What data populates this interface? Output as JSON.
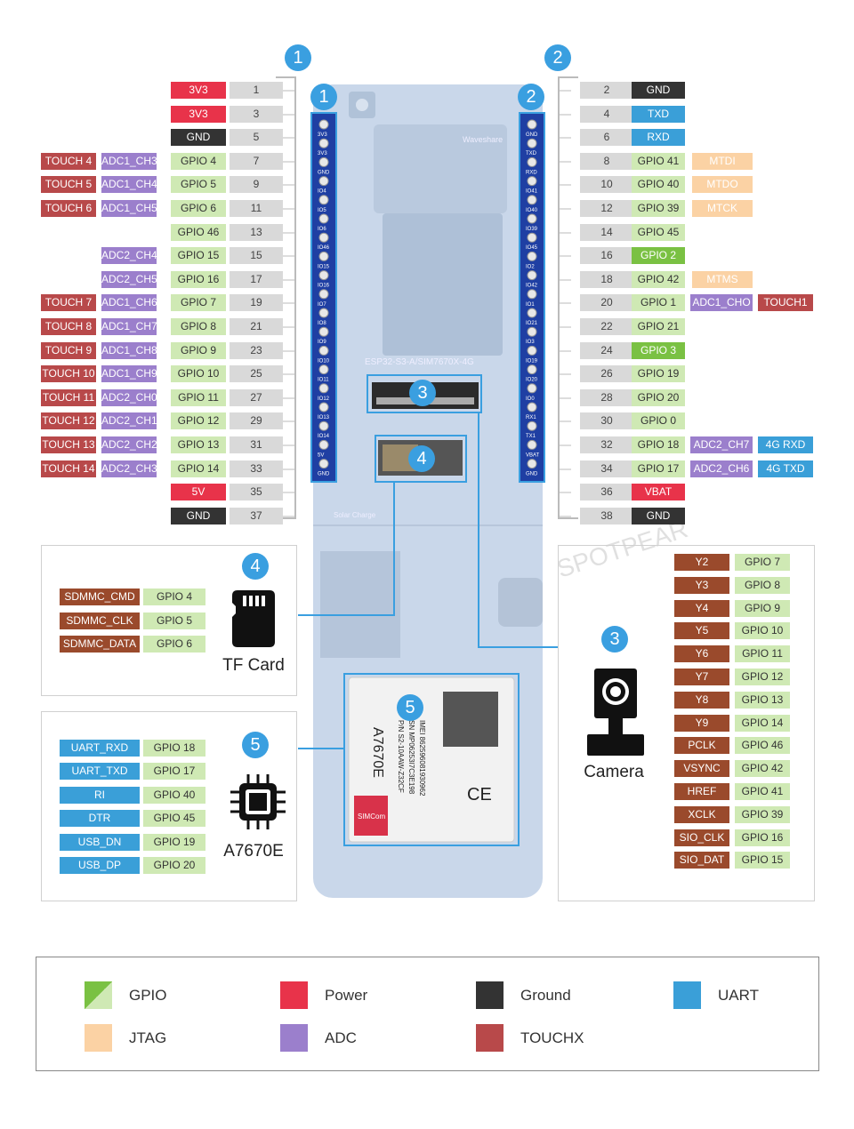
{
  "colors": {
    "gpio": "#cfe9b4",
    "gpio_hi": "#7ac143",
    "power": "#e8334a",
    "ground": "#333333",
    "uart": "#3a9fd8",
    "jtag": "#fbd2a4",
    "adc": "#9b7fcc",
    "touch": "#b8494a",
    "brown": "#9a4a2c",
    "badge": "#3a9fe0",
    "board": "#c9d7ea"
  },
  "badges": {
    "left": "1",
    "right": "2",
    "camera": "3",
    "tf": "4",
    "a7670": "5"
  },
  "header_left": [
    {
      "pin": "1",
      "labels": [
        {
          "t": "3V3",
          "c": "power"
        }
      ]
    },
    {
      "pin": "3",
      "labels": [
        {
          "t": "3V3",
          "c": "power"
        }
      ]
    },
    {
      "pin": "5",
      "labels": [
        {
          "t": "GND",
          "c": "ground"
        }
      ]
    },
    {
      "pin": "7",
      "labels": [
        {
          "t": "GPIO 4",
          "c": "gpio"
        },
        {
          "t": "ADC1_CH3",
          "c": "adc"
        },
        {
          "t": "TOUCH 4",
          "c": "touch"
        }
      ]
    },
    {
      "pin": "9",
      "labels": [
        {
          "t": "GPIO 5",
          "c": "gpio"
        },
        {
          "t": "ADC1_CH4",
          "c": "adc"
        },
        {
          "t": "TOUCH 5",
          "c": "touch"
        }
      ]
    },
    {
      "pin": "11",
      "labels": [
        {
          "t": "GPIO 6",
          "c": "gpio"
        },
        {
          "t": "ADC1_CH5",
          "c": "adc"
        },
        {
          "t": "TOUCH 6",
          "c": "touch"
        }
      ]
    },
    {
      "pin": "13",
      "labels": [
        {
          "t": "GPIO 46",
          "c": "gpio"
        }
      ]
    },
    {
      "pin": "15",
      "labels": [
        {
          "t": "GPIO 15",
          "c": "gpio"
        },
        {
          "t": "ADC2_CH4",
          "c": "adc"
        }
      ]
    },
    {
      "pin": "17",
      "labels": [
        {
          "t": "GPIO 16",
          "c": "gpio"
        },
        {
          "t": "ADC2_CH5",
          "c": "adc"
        }
      ]
    },
    {
      "pin": "19",
      "labels": [
        {
          "t": "GPIO 7",
          "c": "gpio"
        },
        {
          "t": "ADC1_CH6",
          "c": "adc"
        },
        {
          "t": "TOUCH 7",
          "c": "touch"
        }
      ]
    },
    {
      "pin": "21",
      "labels": [
        {
          "t": "GPIO 8",
          "c": "gpio"
        },
        {
          "t": "ADC1_CH7",
          "c": "adc"
        },
        {
          "t": "TOUCH 8",
          "c": "touch"
        }
      ]
    },
    {
      "pin": "23",
      "labels": [
        {
          "t": "GPIO 9",
          "c": "gpio"
        },
        {
          "t": "ADC1_CH8",
          "c": "adc"
        },
        {
          "t": "TOUCH 9",
          "c": "touch"
        }
      ]
    },
    {
      "pin": "25",
      "labels": [
        {
          "t": "GPIO 10",
          "c": "gpio"
        },
        {
          "t": "ADC1_CH9",
          "c": "adc"
        },
        {
          "t": "TOUCH 10",
          "c": "touch"
        }
      ]
    },
    {
      "pin": "27",
      "labels": [
        {
          "t": "GPIO 11",
          "c": "gpio"
        },
        {
          "t": "ADC2_CH0",
          "c": "adc"
        },
        {
          "t": "TOUCH 11",
          "c": "touch"
        }
      ]
    },
    {
      "pin": "29",
      "labels": [
        {
          "t": "GPIO 12",
          "c": "gpio"
        },
        {
          "t": "ADC2_CH1",
          "c": "adc"
        },
        {
          "t": "TOUCH 12",
          "c": "touch"
        }
      ]
    },
    {
      "pin": "31",
      "labels": [
        {
          "t": "GPIO 13",
          "c": "gpio"
        },
        {
          "t": "ADC2_CH2",
          "c": "adc"
        },
        {
          "t": "TOUCH 13",
          "c": "touch"
        }
      ]
    },
    {
      "pin": "33",
      "labels": [
        {
          "t": "GPIO 14",
          "c": "gpio"
        },
        {
          "t": "ADC2_CH3",
          "c": "adc"
        },
        {
          "t": "TOUCH 14",
          "c": "touch"
        }
      ]
    },
    {
      "pin": "35",
      "labels": [
        {
          "t": "5V",
          "c": "power"
        }
      ]
    },
    {
      "pin": "37",
      "labels": [
        {
          "t": "GND",
          "c": "ground"
        }
      ]
    }
  ],
  "header_right": [
    {
      "pin": "2",
      "labels": [
        {
          "t": "GND",
          "c": "ground"
        }
      ]
    },
    {
      "pin": "4",
      "labels": [
        {
          "t": "TXD",
          "c": "uart"
        }
      ]
    },
    {
      "pin": "6",
      "labels": [
        {
          "t": "RXD",
          "c": "uart"
        }
      ]
    },
    {
      "pin": "8",
      "labels": [
        {
          "t": "GPIO 41",
          "c": "gpio"
        },
        {
          "t": "MTDI",
          "c": "jtag"
        }
      ]
    },
    {
      "pin": "10",
      "labels": [
        {
          "t": "GPIO 40",
          "c": "gpio"
        },
        {
          "t": "MTDO",
          "c": "jtag"
        }
      ]
    },
    {
      "pin": "12",
      "labels": [
        {
          "t": "GPIO 39",
          "c": "gpio"
        },
        {
          "t": "MTCK",
          "c": "jtag"
        }
      ]
    },
    {
      "pin": "14",
      "labels": [
        {
          "t": "GPIO 45",
          "c": "gpio"
        }
      ]
    },
    {
      "pin": "16",
      "labels": [
        {
          "t": "GPIO 2",
          "c": "gpio_hi"
        }
      ]
    },
    {
      "pin": "18",
      "labels": [
        {
          "t": "GPIO 42",
          "c": "gpio"
        },
        {
          "t": "MTMS",
          "c": "jtag"
        }
      ]
    },
    {
      "pin": "20",
      "labels": [
        {
          "t": "GPIO 1",
          "c": "gpio"
        },
        {
          "t": "ADC1_CHO",
          "c": "adc"
        },
        {
          "t": "TOUCH1",
          "c": "touch"
        }
      ]
    },
    {
      "pin": "22",
      "labels": [
        {
          "t": "GPIO 21",
          "c": "gpio"
        }
      ]
    },
    {
      "pin": "24",
      "labels": [
        {
          "t": "GPIO 3",
          "c": "gpio_hi"
        }
      ]
    },
    {
      "pin": "26",
      "labels": [
        {
          "t": "GPIO 19",
          "c": "gpio"
        }
      ]
    },
    {
      "pin": "28",
      "labels": [
        {
          "t": "GPIO 20",
          "c": "gpio"
        }
      ]
    },
    {
      "pin": "30",
      "labels": [
        {
          "t": "GPIO 0",
          "c": "gpio"
        }
      ]
    },
    {
      "pin": "32",
      "labels": [
        {
          "t": "GPIO 18",
          "c": "gpio"
        },
        {
          "t": "ADC2_CH7",
          "c": "adc"
        },
        {
          "t": "4G RXD",
          "c": "uart"
        }
      ]
    },
    {
      "pin": "34",
      "labels": [
        {
          "t": "GPIO 17",
          "c": "gpio"
        },
        {
          "t": "ADC2_CH6",
          "c": "adc"
        },
        {
          "t": "4G TXD",
          "c": "uart"
        }
      ]
    },
    {
      "pin": "36",
      "labels": [
        {
          "t": "VBAT",
          "c": "power"
        }
      ]
    },
    {
      "pin": "38",
      "labels": [
        {
          "t": "GND",
          "c": "ground"
        }
      ]
    }
  ],
  "board": {
    "left_silk": [
      "3V3",
      "3V3",
      "GND",
      "IO4",
      "IO5",
      "IO6",
      "IO46",
      "IO15",
      "IO16",
      "IO7",
      "IO8",
      "IO9",
      "IO10",
      "IO11",
      "IO12",
      "IO13",
      "IO14",
      "5V",
      "GND"
    ],
    "right_silk": [
      "GND",
      "TXD",
      "RXD",
      "IO41",
      "IO40",
      "IO39",
      "IO45",
      "IO2",
      "IO42",
      "IO1",
      "IO21",
      "IO3",
      "IO19",
      "IO20",
      "IO0",
      "RX1",
      "TX1",
      "VBAT",
      "GND"
    ],
    "model": "ESP32-S3-A/SIM7670X-4G",
    "brand": "Waveshare",
    "solar": "Solar Charge",
    "module_name": "A7670E",
    "module_pn": "P/N S2-10AAW-Z32CF",
    "module_sn": "SN MP06253I7C3E198",
    "module_imei": "IMEI 862596081930962",
    "module_brand": "SIMCom",
    "watermark": "SPOTPEAR"
  },
  "tf": {
    "caption": "TF Card",
    "rows": [
      [
        "SDMMC_CMD",
        "GPIO 4"
      ],
      [
        "SDMMC_CLK",
        "GPIO 5"
      ],
      [
        "SDMMC_DATA",
        "GPIO 6"
      ]
    ]
  },
  "a7670": {
    "caption": "A7670E",
    "rows": [
      [
        "UART_RXD",
        "GPIO 18"
      ],
      [
        "UART_TXD",
        "GPIO 17"
      ],
      [
        "RI",
        "GPIO 40"
      ],
      [
        "DTR",
        "GPIO 45"
      ],
      [
        "USB_DN",
        "GPIO 19"
      ],
      [
        "USB_DP",
        "GPIO 20"
      ]
    ]
  },
  "camera": {
    "caption": "Camera",
    "rows": [
      [
        "Y2",
        "GPIO 7"
      ],
      [
        "Y3",
        "GPIO 8"
      ],
      [
        "Y4",
        "GPIO 9"
      ],
      [
        "Y5",
        "GPIO 10"
      ],
      [
        "Y6",
        "GPIO 11"
      ],
      [
        "Y7",
        "GPIO 12"
      ],
      [
        "Y8",
        "GPIO 13"
      ],
      [
        "Y9",
        "GPIO 14"
      ],
      [
        "PCLK",
        "GPIO 46"
      ],
      [
        "VSYNC",
        "GPIO 42"
      ],
      [
        "HREF",
        "GPIO 41"
      ],
      [
        "XCLK",
        "GPIO 39"
      ],
      [
        "SIO_CLK",
        "GPIO 16"
      ],
      [
        "SIO_DAT",
        "GPIO 15"
      ]
    ]
  },
  "legend": [
    {
      "label": "GPIO",
      "c": "gpio"
    },
    {
      "label": "Power",
      "c": "power"
    },
    {
      "label": "Ground",
      "c": "ground"
    },
    {
      "label": "UART",
      "c": "uart"
    },
    {
      "label": "JTAG",
      "c": "jtag"
    },
    {
      "label": "ADC",
      "c": "adc"
    },
    {
      "label": "TOUCHX",
      "c": "touch"
    }
  ]
}
